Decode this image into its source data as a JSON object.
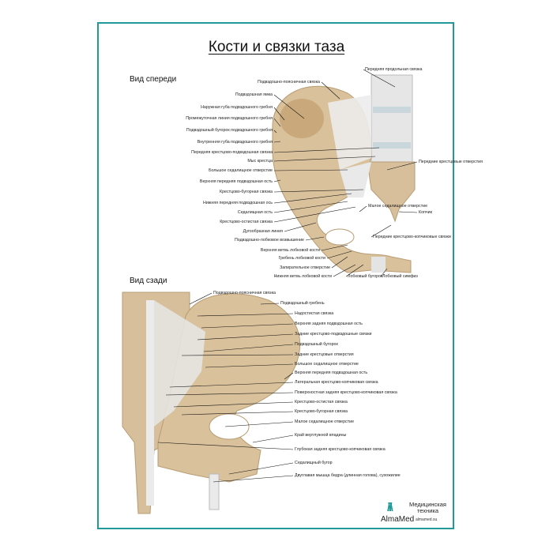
{
  "title": "Кости и связки таза",
  "front": {
    "heading": "Вид спереди",
    "labels": [
      "Подвздошно-поясничная связка",
      "Подвздошная ямка",
      "Наружная губа подвздошного гребня",
      "Промежуточная линия подвздошного гребня",
      "Подвздошный бугорок подвздошного гребня",
      "Внутренняя губа подвздошного гребня",
      "Передняя крестцово-подвздошная связка",
      "Мыс крестца",
      "Большое седалищное отверстие",
      "Верхняя передняя подвздошная ость",
      "Крестцово-бугорная связка",
      "Нижняя передняя подвздошная ось",
      "Седалищная ость",
      "Крестцово-остистая связка",
      "Дугообразная линия",
      "Подвздошно-лобковое возвышение",
      "Верхняя ветвь лобковой кости",
      "Гребень лобковой кости",
      "Запирательное отверстие",
      "Нижняя ветвь лобковой кости",
      "Передняя продольная связка",
      "Передние крестцовые отверстия",
      "Копчик",
      "Малое седалищное отверстие",
      "Передние крестцово-копчиковые связки",
      "Лобковый бугорок",
      "Лобковый симфиз"
    ]
  },
  "back": {
    "heading": "Вид сзади",
    "labels": [
      "Подвздошно-поясничная связка",
      "Подвздошный гребень",
      "Надостистая связка",
      "Верхняя задняя подвздошная ость",
      "Задние крестцово-подвздошные связки",
      "Подвздошный бугорок",
      "Задние крестцовые отверстия",
      "Большое седалищное отверстие",
      "Верхняя передняя подвздошная ость",
      "Латеральная крестцово-копчиковая связка",
      "Поверхностная задняя крестцово-копчиковая связка",
      "Крестцово-остистая связка",
      "Крестцово-бугорная связка",
      "Малое седалищное отверстие",
      "Край вертлужной впадины",
      "Глубокая задняя крестцово-копчиковая связка",
      "Седалищный бугор",
      "Двуглавая мышца бедра (длинная голова), сухожилие"
    ]
  },
  "logo": {
    "brand": "AlmaMed",
    "line1": "Медицинская",
    "line2": "техника",
    "site": "almamed.su"
  },
  "colors": {
    "frame": "#1f9a98",
    "bone": "#d9c19b",
    "ligament": "#e4e4e4"
  }
}
